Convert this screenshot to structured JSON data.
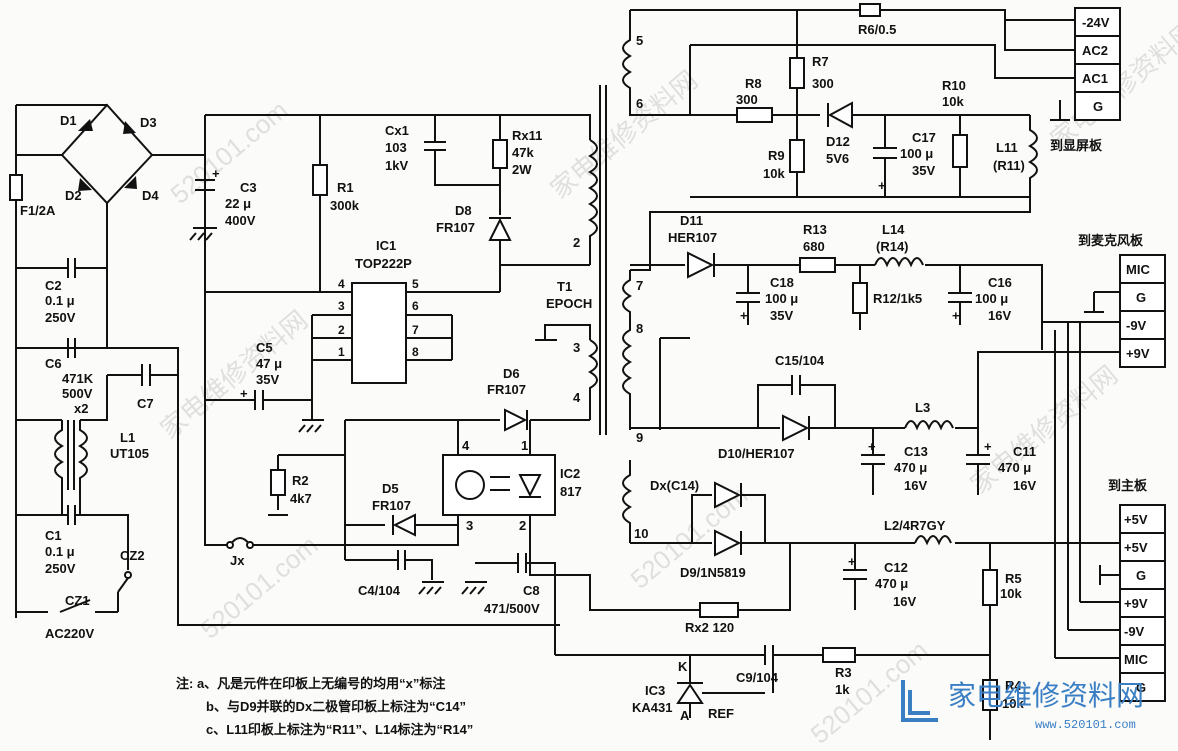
{
  "labels": {
    "D1": "D1",
    "D2": "D2",
    "D3": "D3",
    "D4": "D4",
    "F1": "F1/2A",
    "C2a": "C2",
    "C2b": "0.1 μ",
    "C2c": "250V",
    "C6a": "C6",
    "C6b": "471K",
    "C6c": "500V",
    "C6d": "x2",
    "C7": "C7",
    "L1a": "L1",
    "L1b": "UT105",
    "C1a": "C1",
    "C1b": "0.1 μ",
    "C1c": "250V",
    "CZ2": "CZ2",
    "CZ1": "CZ1",
    "AC": "AC220V",
    "C3a": "C3",
    "C3b": "22 μ",
    "C3c": "400V",
    "R1a": "R1",
    "R1b": "300k",
    "Cx1a": "Cx1",
    "Cx1b": "103",
    "Cx1c": "1kV",
    "Rx11a": "Rx11",
    "Rx11b": "47k",
    "Rx11c": "2W",
    "D8a": "D8",
    "D8b": "FR107",
    "IC1a": "IC1",
    "IC1b": "TOP222P",
    "p4": "4",
    "p3": "3",
    "p2": "2",
    "p1": "1",
    "p5": "5",
    "p6": "6",
    "p7": "7",
    "p8": "8",
    "C5a": "C5",
    "C5b": "47 μ",
    "C5c": "35V",
    "R2a": "R2",
    "R2b": "4k7",
    "D5a": "D5",
    "D5b": "FR107",
    "D6a": "D6",
    "D6b": "FR107",
    "Jx": "Jx",
    "C4": "C4/104",
    "C8a": "C8",
    "C8b": "471/500V",
    "IC2a": "IC2",
    "IC2b": "817",
    "o4": "4",
    "o1": "1",
    "o3": "3",
    "o2": "2",
    "T1a": "T1",
    "T1b": "EPOCH",
    "w5": "5",
    "w6": "6",
    "w2": "2",
    "w3": "3",
    "w4": "4",
    "w7": "7",
    "w8": "8",
    "w9": "9",
    "w10": "10",
    "R6": "R6/0.5",
    "R7a": "R7",
    "R7b": "300",
    "R8a": "R8",
    "R8b": "300",
    "R9a": "R9",
    "R9b": "10k",
    "D12a": "D12",
    "D12b": "5V6",
    "C17a": "C17",
    "C17b": "100 μ",
    "C17c": "35V",
    "R10a": "R10",
    "R10b": "10k",
    "L11a": "L11",
    "L11b": "(R11)",
    "D11a": "D11",
    "D11b": "HER107",
    "R13a": "R13",
    "R13b": "680",
    "L14a": "L14",
    "L14b": "(R14)",
    "C18a": "C18",
    "C18b": "100 μ",
    "C18c": "35V",
    "R12": "R12/1k5",
    "C16a": "C16",
    "C16b": "100 μ",
    "C16c": "16V",
    "C15": "C15/104",
    "L3": "L3",
    "D10": "D10/HER107",
    "C13a": "C13",
    "C13b": "470 μ",
    "C13c": "16V",
    "C11a": "C11",
    "C11b": "470 μ",
    "C11c": "16V",
    "Dx": "Dx(C14)",
    "D9": "D9/1N5819",
    "L2": "L2/4R7GY",
    "C12a": "C12",
    "C12b": "470 μ",
    "C12c": "16V",
    "R5a": "R5",
    "R5b": "10k",
    "Rx2": "Rx2 120",
    "C9": "C9/104",
    "R3a": "R3",
    "R3b": "1k",
    "R4a": "R4",
    "R4b": "10k",
    "IC3a": "IC3",
    "IC3b": "KA431",
    "K": "K",
    "A": "A",
    "REF": "REF"
  },
  "connectors": {
    "display": {
      "title": "到显屏板",
      "pins": [
        "-24V",
        "AC2",
        "AC1",
        "G"
      ]
    },
    "mic": {
      "title": "到麦克风板",
      "pins": [
        "MIC",
        "G",
        "-9V",
        "+9V"
      ]
    },
    "main": {
      "title": "到主板",
      "pins": [
        "+5V",
        "+5V",
        "G",
        "+9V",
        "-9V",
        "MIC",
        "G"
      ]
    }
  },
  "notes": [
    "注: a、凡是元件在印板上无编号的均用“x”标注",
    "b、与D9并联的Dx二极管印板上标注为“C14”",
    "c、L11印板上标注为“R11”、L14标注为“R14”"
  ],
  "watermarks": [
    "520101.com",
    "家电维修资料网",
    "520101.com",
    "家电维修资料网",
    "家电维修资料网",
    "520101.com",
    "家电维修资料网",
    "520101.com"
  ],
  "logo": {
    "text": "家电维修资料网",
    "url": "www.520101.com",
    "color": "#3a7fc4"
  }
}
